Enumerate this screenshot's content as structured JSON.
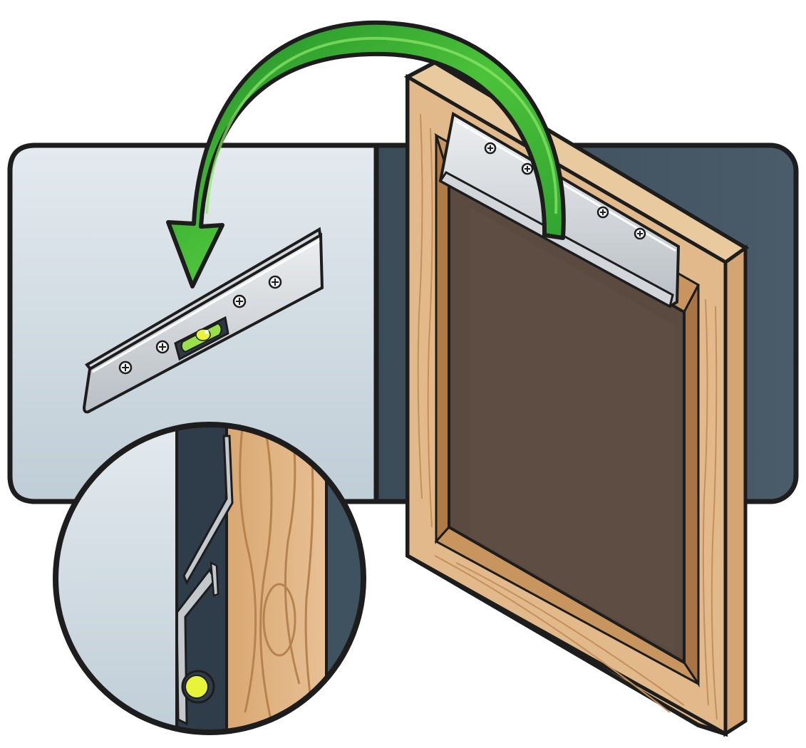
{
  "figure": {
    "subject": "french-cleat-picture-hanging",
    "colors": {
      "background": "#ffffff",
      "outline": "#1d1d1d",
      "wall_light_top": "#e4eaef",
      "wall_light_bottom": "#bfcdd6",
      "wall_dark": "#2e3d49",
      "wall_dark_mid": "#3f5260",
      "wood_light": "#e2b98a",
      "wood_mid": "#cf9e6a",
      "wood_dark": "#a87446",
      "wood_grain": "#b6834f",
      "canvas_brown": "#5a4a40",
      "metal_light": "#e2e5e8",
      "metal_mid": "#c3c8cd",
      "metal_dark": "#9aa1a8",
      "arrow_light": "#6fd24c",
      "arrow_dark": "#1e8c28",
      "bubble_yellow": "#e8f43a",
      "level_green": "#9be04a"
    },
    "parts": {
      "wall_panel": "wall-panel",
      "wall_cleat": "wall-cleat",
      "bubble_level": "bubble-level-icon",
      "picture_frame": "picture-frame",
      "frame_cleat": "frame-cleat",
      "arrow": "curved-arrow-icon",
      "detail_circle": "cleat-detail-magnifier"
    }
  }
}
